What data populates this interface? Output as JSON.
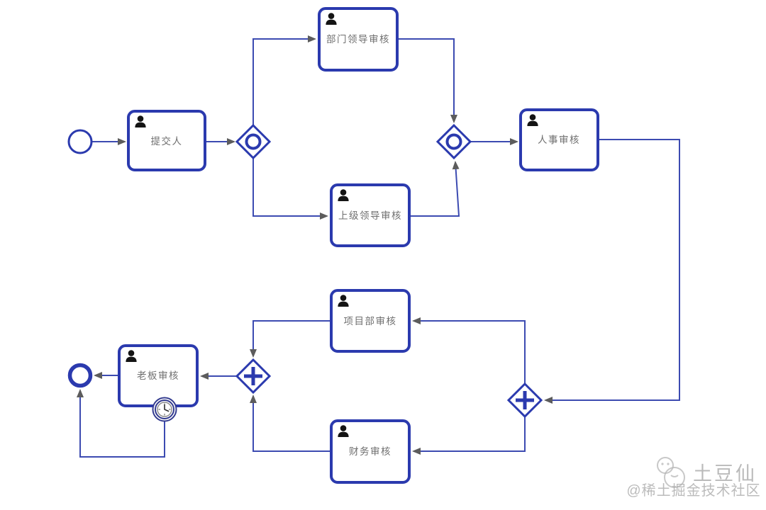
{
  "diagram": {
    "type": "bpmn-approval-flow",
    "colors": {
      "node_border": "#2b3aae",
      "connector": "#3c4bb1",
      "arrowhead": "#5c5c5c",
      "label_text": "#6f6f6f",
      "person_icon": "#141414",
      "timer_ring": "#333b8f",
      "watermark": "#ababab",
      "background": "#ffffff"
    },
    "events": {
      "start": {
        "kind": "start-event"
      },
      "end": {
        "kind": "end-event"
      },
      "boundary_timer": {
        "kind": "timer-boundary-event"
      }
    },
    "tasks": {
      "submitter": {
        "label": "提交人"
      },
      "dept_leader_review": {
        "label": "部门领导审核"
      },
      "superior_leader_review": {
        "label": "上级领导审核"
      },
      "hr_review": {
        "label": "人事审核"
      },
      "project_dept_review": {
        "label": "项目部审核"
      },
      "finance_review": {
        "label": "财务审核"
      },
      "boss_review": {
        "label": "老板审核"
      }
    },
    "gateways": {
      "inclusive_split": {
        "kind": "inclusive-gateway"
      },
      "inclusive_join": {
        "kind": "inclusive-gateway"
      },
      "parallel_split": {
        "kind": "parallel-gateway"
      },
      "parallel_join": {
        "kind": "parallel-gateway"
      }
    },
    "flows": [
      {
        "from": "start",
        "to": "提交人"
      },
      {
        "from": "提交人",
        "to": "inclusive_split"
      },
      {
        "from": "inclusive_split",
        "to": "部门领导审核"
      },
      {
        "from": "inclusive_split",
        "to": "上级领导审核"
      },
      {
        "from": "部门领导审核",
        "to": "inclusive_join"
      },
      {
        "from": "上级领导审核",
        "to": "inclusive_join"
      },
      {
        "from": "inclusive_join",
        "to": "人事审核"
      },
      {
        "from": "人事审核",
        "to": "parallel_split"
      },
      {
        "from": "parallel_split",
        "to": "项目部审核"
      },
      {
        "from": "parallel_split",
        "to": "财务审核"
      },
      {
        "from": "项目部审核",
        "to": "parallel_join"
      },
      {
        "from": "财务审核",
        "to": "parallel_join"
      },
      {
        "from": "parallel_join",
        "to": "老板审核"
      },
      {
        "from": "老板审核",
        "to": "end"
      },
      {
        "from": "boundary_timer",
        "to": "end"
      }
    ],
    "watermark": {
      "brand": "土豆仙",
      "community": "@稀土掘金技术社区"
    }
  }
}
